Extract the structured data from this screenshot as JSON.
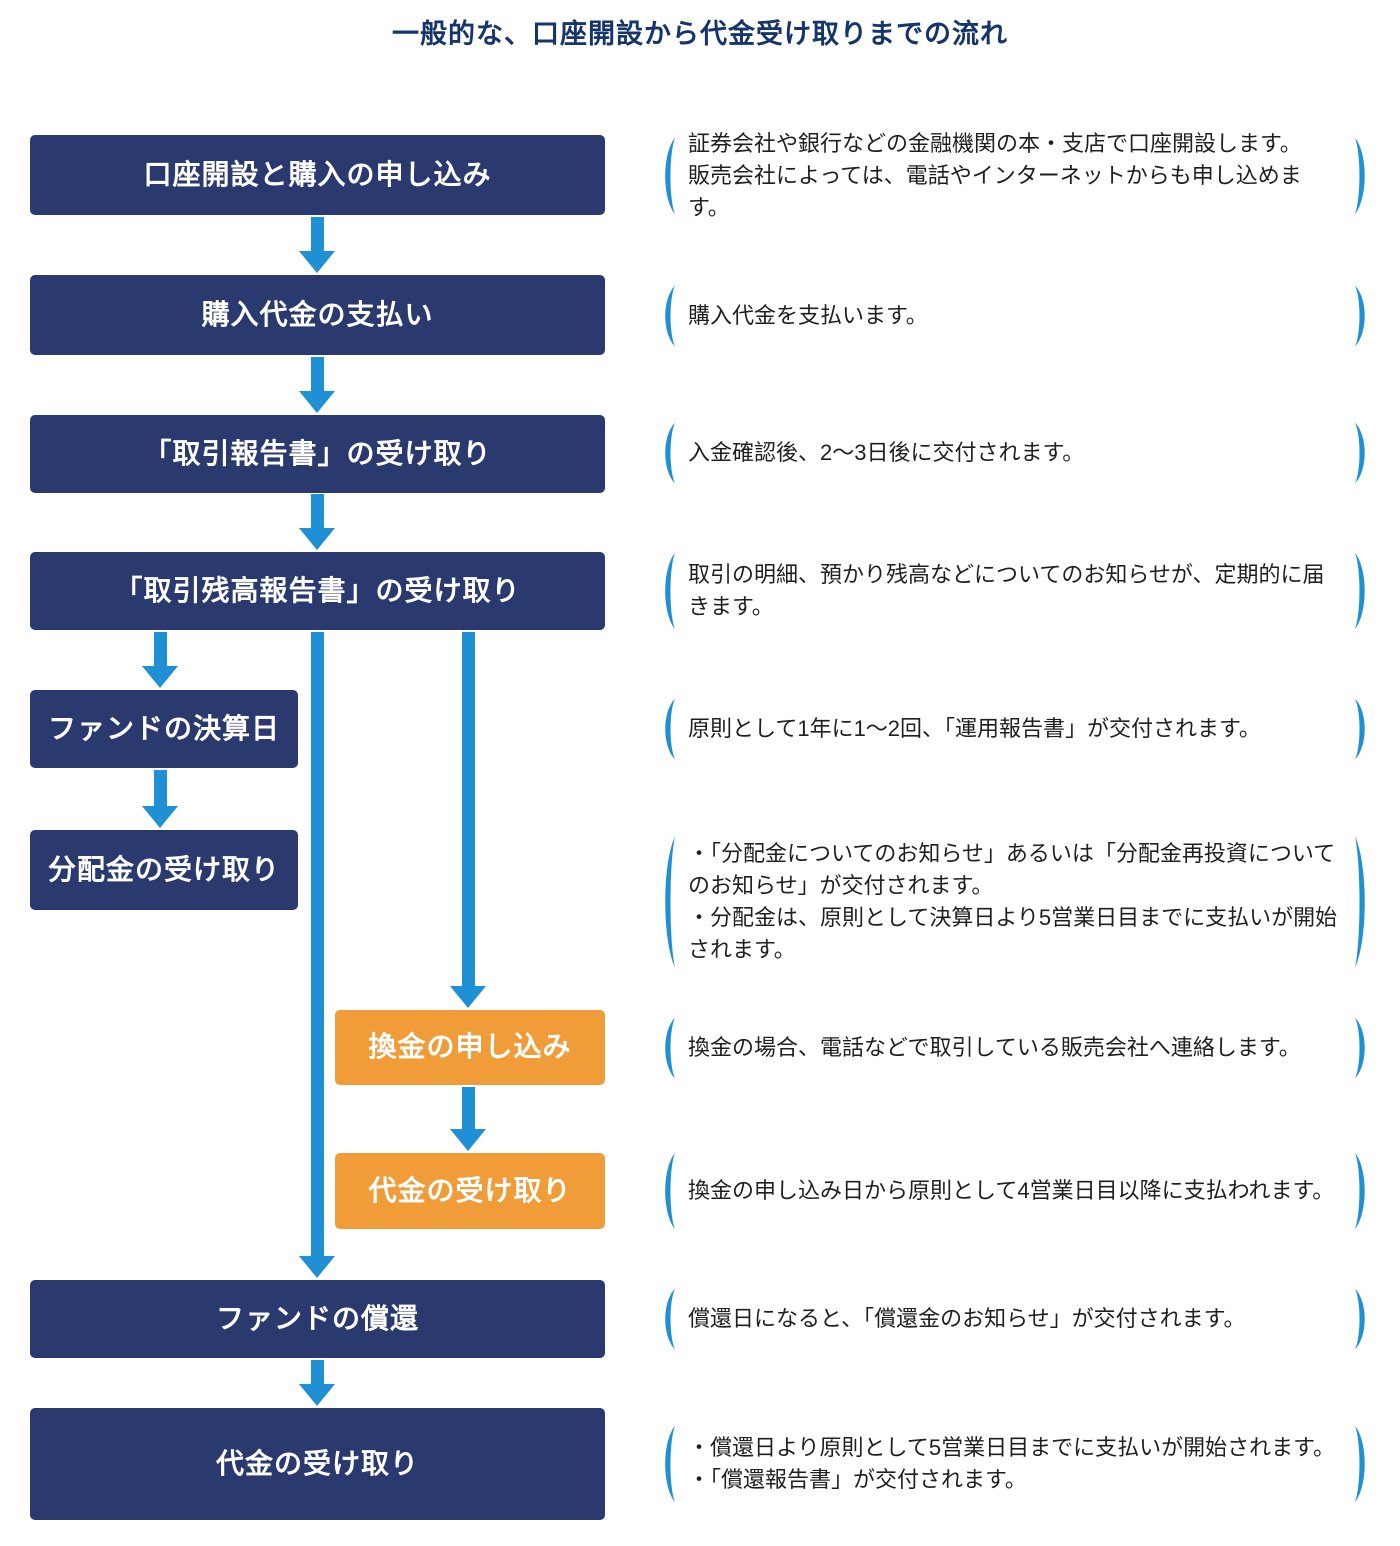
{
  "title": "一般的な、口座開設から代金受け取りまでの流れ",
  "colors": {
    "navy": "#2b3a6e",
    "orange": "#f09c38",
    "blue": "#1f90d4",
    "title": "#16356b",
    "text": "#1f1f1f"
  },
  "steps": [
    {
      "label": "口座開設と購入の申し込み",
      "note": "証券会社や銀行などの金融機関の本・支店で口座開設します。\n販売会社によっては、電話やインターネットからも申し込めます。"
    },
    {
      "label": "購入代金の支払い",
      "note": "購入代金を支払います。"
    },
    {
      "label": "「取引報告書」の受け取り",
      "note": "入金確認後、2〜3日後に交付されます。"
    },
    {
      "label": "「取引残高報告書」の受け取り",
      "note": "取引の明細、預かり残高などについてのお知らせが、定期的に届きます。"
    },
    {
      "label": "ファンドの決算日",
      "note": "原則として1年に1〜2回、「運用報告書」が交付されます。"
    },
    {
      "label": "分配金の受け取り",
      "note": "・「分配金についてのお知らせ」あるいは「分配金再投資についてのお知らせ」が交付されます。\n・分配金は、原則として決算日より5営業日目までに支払いが開始されます。"
    },
    {
      "label": "換金の申し込み",
      "note": "換金の場合、電話などで取引している販売会社へ連絡します。"
    },
    {
      "label": "代金の受け取り",
      "note": "換金の申し込み日から原則として4営業日目以降に支払われます。"
    },
    {
      "label": "ファンドの償還",
      "note": "償還日になると、「償還金のお知らせ」が交付されます。"
    },
    {
      "label": "代金の受け取り",
      "note": "・償還日より原則として5営業日目までに支払いが開始されます。\n・「償還報告書」が交付されます。"
    }
  ]
}
